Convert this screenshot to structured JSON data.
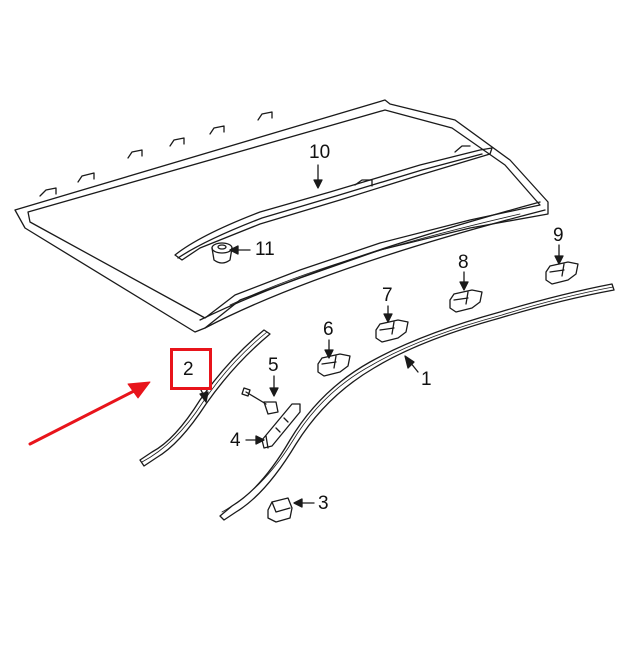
{
  "diagram": {
    "callouts": [
      {
        "id": "1",
        "label": "1"
      },
      {
        "id": "2",
        "label": "2"
      },
      {
        "id": "3",
        "label": "3"
      },
      {
        "id": "4",
        "label": "4"
      },
      {
        "id": "5",
        "label": "5"
      },
      {
        "id": "6",
        "label": "6"
      },
      {
        "id": "7",
        "label": "7"
      },
      {
        "id": "8",
        "label": "8"
      },
      {
        "id": "9",
        "label": "9"
      },
      {
        "id": "10",
        "label": "10"
      },
      {
        "id": "11",
        "label": "11"
      }
    ],
    "highlight": {
      "target": "2",
      "color": "#e8141b"
    },
    "colors": {
      "line": "#1a1a1a",
      "accent": "#e8141b"
    }
  }
}
